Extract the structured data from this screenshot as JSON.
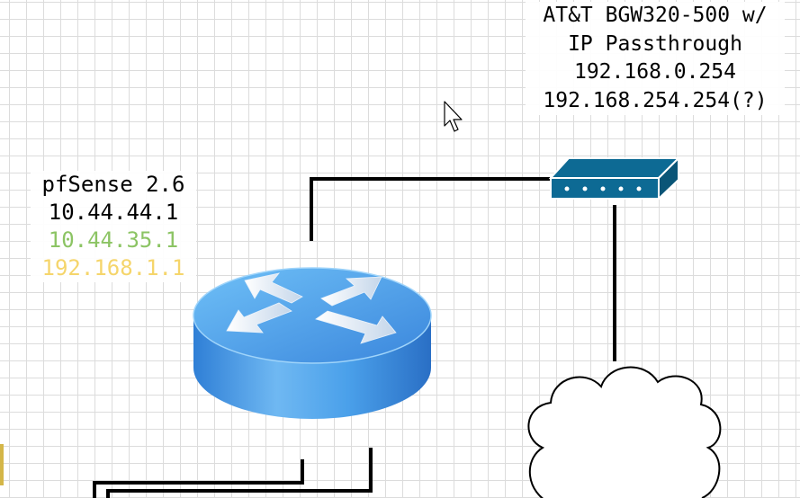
{
  "diagram": {
    "modem": {
      "label_lines": [
        "AT&T BGW320-500 w/",
        "IP Passthrough",
        "192.168.0.254",
        "192.168.254.254(?)"
      ]
    },
    "router": {
      "label_lines": [
        {
          "text": "pfSense 2.6",
          "color": "#000000"
        },
        {
          "text": "10.44.44.1",
          "color": "#000000"
        },
        {
          "text": "10.44.35.1",
          "color": "#8cc464"
        },
        {
          "text": "192.168.1.1",
          "color": "#f5d56b"
        }
      ]
    },
    "colors": {
      "grid": "#dcdcdc",
      "line": "#000000",
      "modem_blue": "#0d6a94",
      "router_blue": "#3d8fe0",
      "cloud_outline": "#000000"
    },
    "icons": [
      "router-icon",
      "modem-icon",
      "cloud-icon",
      "mouse-cursor-icon"
    ]
  }
}
